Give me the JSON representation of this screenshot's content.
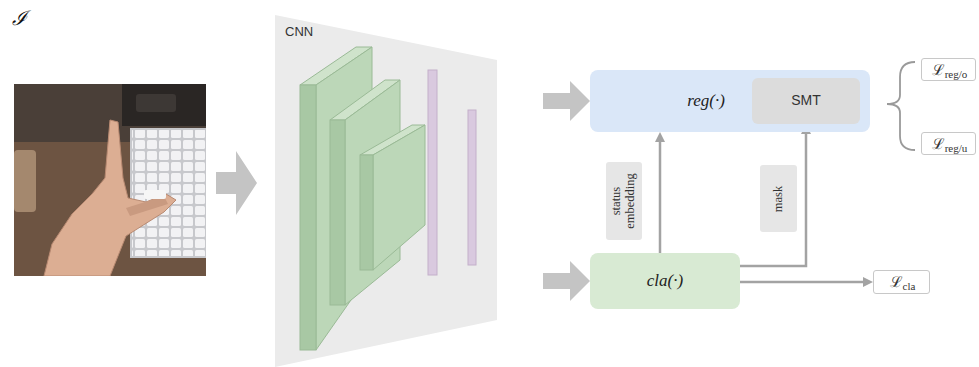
{
  "diagram": {
    "nodes": [
      {
        "text": [
          "CNN"
        ]
      },
      {
        "text": [
          "reg(·)"
        ]
      },
      {
        "text": [
          "SMT"
        ],
        "in": 1
      },
      {
        "text": [
          "status embedding"
        ]
      },
      {
        "text": [
          "mask"
        ]
      },
      {
        "text": [
          "cla(·)"
        ]
      },
      {
        "text": [
          "ℒreg/o"
        ]
      },
      {
        "text": [
          "ℒreg/u"
        ]
      },
      {
        "text": [
          "ℒcla"
        ]
      }
    ],
    "edges": [
      {
        "from": 0,
        "to": 1,
        "arrow": "to"
      },
      {
        "from": 0,
        "to": 5,
        "arrow": "to"
      },
      {
        "from": 5,
        "to": 1,
        "arrow": "to"
      },
      {
        "from": 5,
        "to": 2,
        "arrow": "to"
      },
      {
        "from": 5,
        "to": 8,
        "arrow": "to"
      }
    ],
    "labels": [
      "ℐ"
    ]
  }
}
